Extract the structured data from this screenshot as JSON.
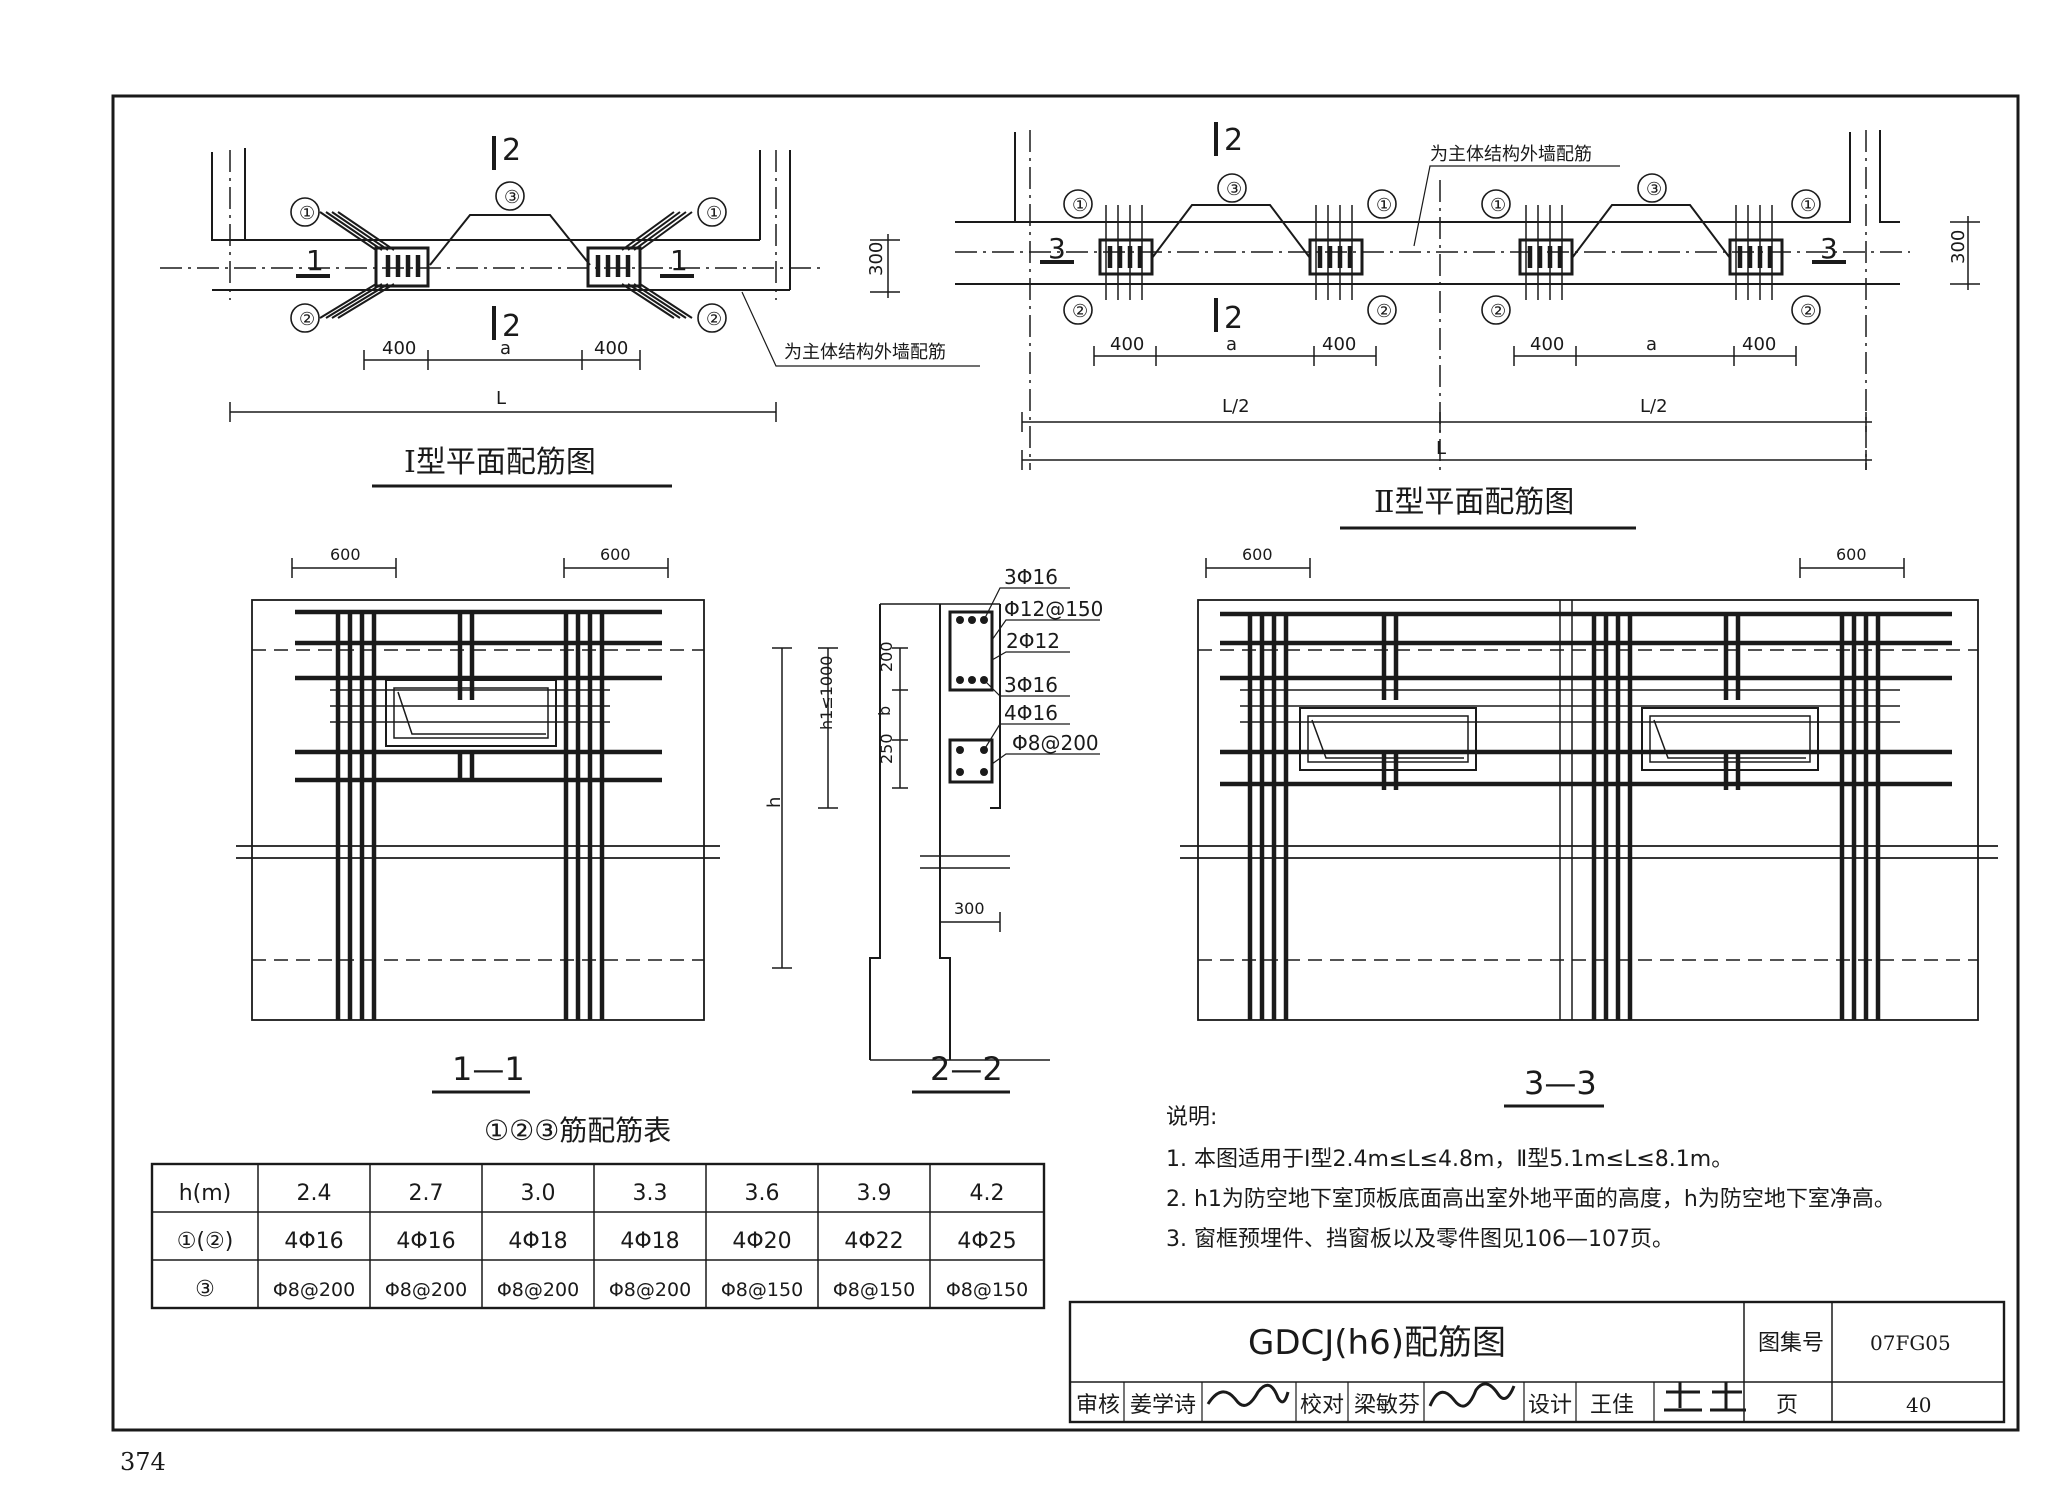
{
  "page_number": "374",
  "plan1": {
    "title": "Ⅰ型平面配筋图",
    "note": "为主体结构外墙配筋",
    "dims": [
      "400",
      "a",
      "400",
      "L",
      "300"
    ],
    "section_marks": [
      "1",
      "2"
    ]
  },
  "plan2": {
    "title": "Ⅱ型平面配筋图",
    "note": "为主体结构外墙配筋",
    "dims": [
      "400",
      "a",
      "400",
      "L/2",
      "L",
      "300"
    ],
    "section_marks": [
      "2",
      "3"
    ]
  },
  "bubbles": [
    "①",
    "②",
    "③"
  ],
  "sec11": {
    "title": "1—1",
    "dims": [
      "600",
      "600"
    ]
  },
  "sec22": {
    "title": "2—2",
    "labels": [
      "3Φ16",
      "Φ12@150",
      "2Φ12",
      "3Φ16",
      "4Φ16",
      "Φ8@200"
    ],
    "dims": [
      "200",
      "b",
      "250",
      "h1≤1000",
      "h",
      "300"
    ]
  },
  "sec33": {
    "title": "3—3",
    "dims": [
      "600",
      "600"
    ]
  },
  "table": {
    "title": "①②③筋配筋表",
    "header": [
      "h(m)",
      "2.4",
      "2.7",
      "3.0",
      "3.3",
      "3.6",
      "3.9",
      "4.2"
    ],
    "rows": [
      [
        "①(②)",
        "4Φ16",
        "4Φ16",
        "4Φ18",
        "4Φ18",
        "4Φ20",
        "4Φ22",
        "4Φ25"
      ],
      [
        "③",
        "Φ8@200",
        "Φ8@200",
        "Φ8@200",
        "Φ8@200",
        "Φ8@150",
        "Φ8@150",
        "Φ8@150"
      ]
    ]
  },
  "notes": {
    "heading": "说明:",
    "items": [
      "1. 本图适用于Ⅰ型2.4m≤L≤4.8m，Ⅱ型5.1m≤L≤8.1m。",
      "2. h1为防空地下室顶板底面高出室外地平面的高度，h为防空地下室净高。",
      "3. 窗框预埋件、挡窗板以及零件图见106—107页。"
    ]
  },
  "titleblock": {
    "drawing_title": "GDCJ(h6)配筋图",
    "atlas_label": "图集号",
    "atlas_no": "07FG05",
    "page_label": "页",
    "page_no": "40",
    "review_label": "审核",
    "reviewer": "姜学诗",
    "check_label": "校对",
    "checker": "梁敏芬",
    "design_label": "设计",
    "designer": "王佳"
  }
}
